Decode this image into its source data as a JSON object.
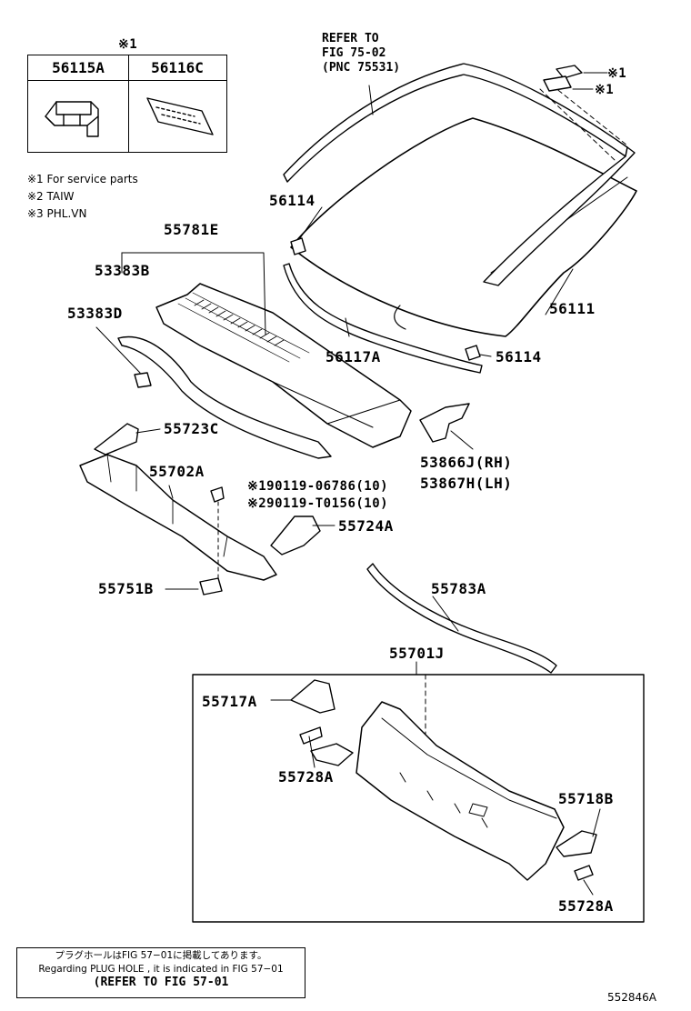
{
  "legend_box": {
    "header_mark": "※1",
    "columns": [
      "56115A",
      "56116C"
    ]
  },
  "footnotes": [
    "※1 For service parts",
    "※2 TAIW",
    "※3 PHL.VN"
  ],
  "reference_callout": {
    "line1": "REFER TO",
    "line2": "FIG 75-02",
    "line3": "(PNC 75531)"
  },
  "service_marks": {
    "clip_upper": "※1",
    "clip_lower": "※1"
  },
  "part_labels": {
    "p56114_upper": "56114",
    "p55781E": "55781E",
    "p53383B": "53383B",
    "p53383D": "53383D",
    "p56111": "56111",
    "p56117A": "56117A",
    "p56114_lower": "56114",
    "p55723C": "55723C",
    "p53866J": "53866J(RH)",
    "p53867H": "53867H(LH)",
    "p55702A": "55702A",
    "p90119_a": "※190119-06786(10)",
    "p90119_b": "※290119-T0156(10)",
    "p55724A": "55724A",
    "p55751B": "55751B",
    "p55783A": "55783A",
    "p55701J": "55701J",
    "p55717A": "55717A",
    "p55728A_upper": "55728A",
    "p55718B": "55718B",
    "p55728A_lower": "55728A"
  },
  "bottom_note": {
    "line_jp": "プラグホールはFIG 57−01に掲載してあります。",
    "line_en": "Regarding PLUG HOLE , it is indicated in FIG 57−01",
    "line_ref": "(REFER TO FIG 57-01"
  },
  "catalog_id": "552846A"
}
